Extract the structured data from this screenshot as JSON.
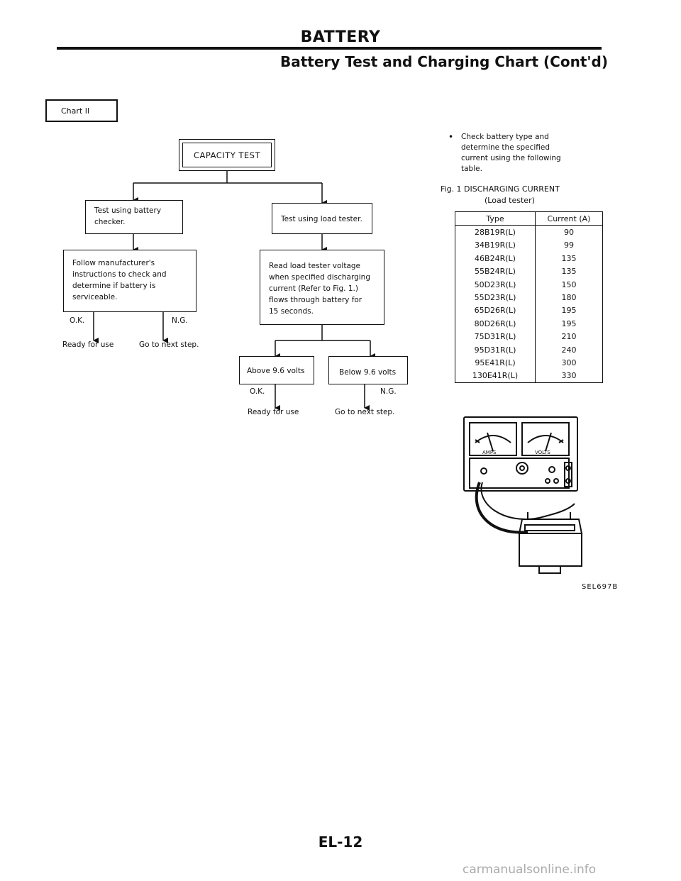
{
  "header": {
    "title": "BATTERY",
    "subtitle": "Battery Test and Charging Chart (Cont'd)"
  },
  "chart_label": "Chart II",
  "flow": {
    "capacity_test": "CAPACITY TEST",
    "battery_checker": [
      "Test using battery",
      "checker."
    ],
    "load_tester": "Test using load tester.",
    "follow_manufacturer": [
      "Follow manufacturer's",
      "instructions to check and",
      "determine if battery is",
      "serviceable."
    ],
    "read_load": [
      "Read load tester voltage",
      "when specified discharging",
      "current (Refer to Fig. 1.)",
      "flows through battery for",
      "15 seconds."
    ],
    "above": "Above 9.6 volts",
    "below": "Below 9.6 volts",
    "ok": "O.K.",
    "ng": "N.G.",
    "ready_for_use": "Ready for use",
    "go_next": "Go to next step."
  },
  "note": {
    "bullet": "•",
    "text": [
      "Check battery type and",
      "determine the specified",
      "current using the following",
      "table."
    ]
  },
  "figure": {
    "caption_line1": "Fig. 1 DISCHARGING CURRENT",
    "caption_line2": "(Load tester)",
    "code": "SEL697B",
    "meter_left_label": "AMPS",
    "meter_right_label": "VOLTS"
  },
  "table": {
    "headers": [
      "Type",
      "Current (A)"
    ],
    "rows": [
      [
        "28B19R(L)",
        "90"
      ],
      [
        "34B19R(L)",
        "99"
      ],
      [
        "46B24R(L)",
        "135"
      ],
      [
        "55B24R(L)",
        "135"
      ],
      [
        "50D23R(L)",
        "150"
      ],
      [
        "55D23R(L)",
        "180"
      ],
      [
        "65D26R(L)",
        "195"
      ],
      [
        "80D26R(L)",
        "195"
      ],
      [
        "75D31R(L)",
        "210"
      ],
      [
        "95D31R(L)",
        "240"
      ],
      [
        "95E41R(L)",
        "300"
      ],
      [
        "130E41R(L)",
        "330"
      ]
    ]
  },
  "page_number": "EL-12",
  "watermark": "carmanualsonline.info"
}
